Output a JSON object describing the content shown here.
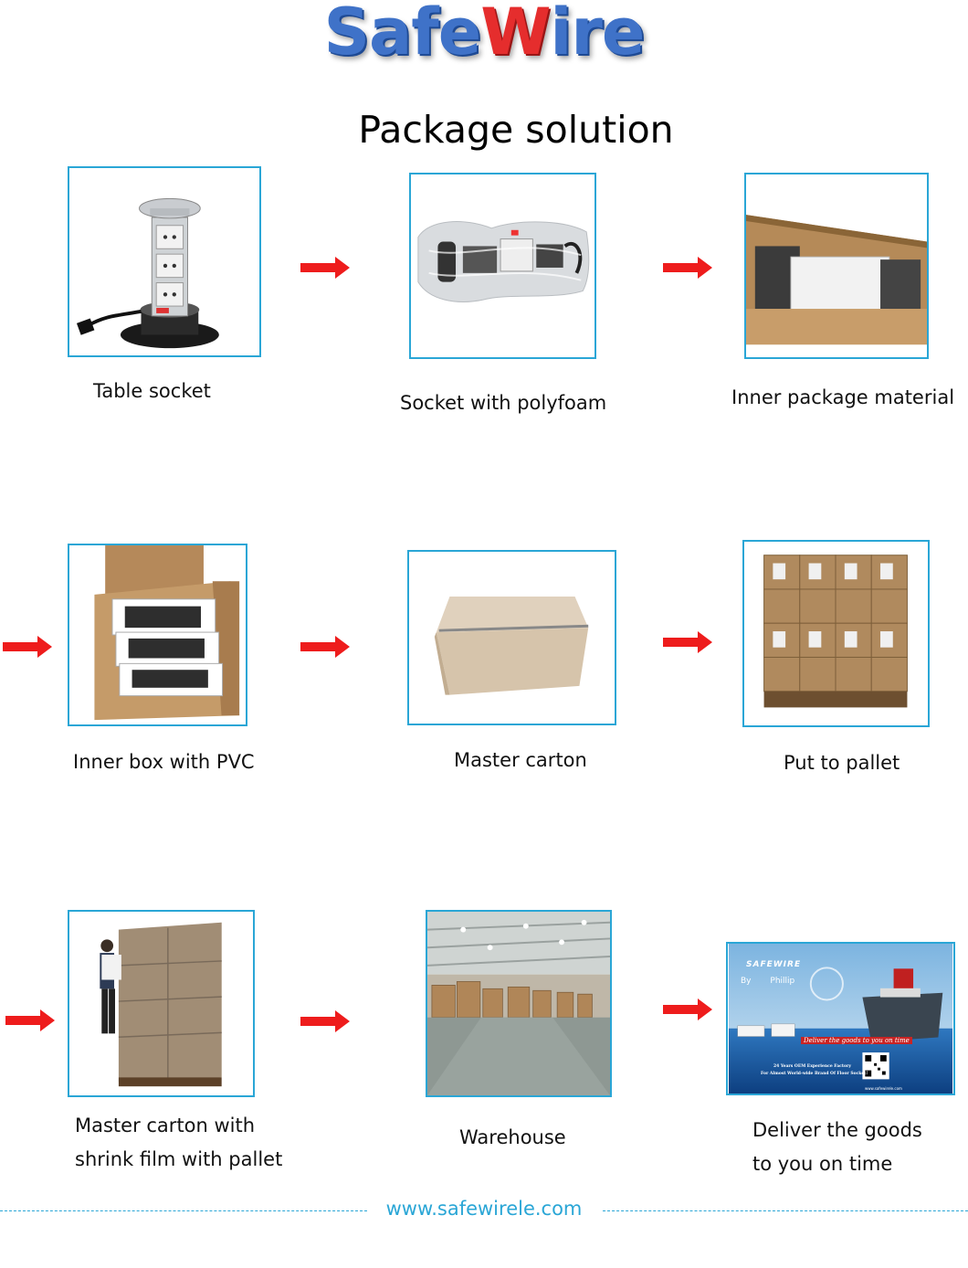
{
  "brand": {
    "part1": "Safe",
    "part2_first": "W",
    "part2_rest": "ire"
  },
  "title": "Package solution",
  "steps": [
    {
      "caption": "Table socket"
    },
    {
      "caption": "Socket with polyfoam"
    },
    {
      "caption": "Inner package material"
    },
    {
      "caption": "Inner box with PVC"
    },
    {
      "caption": "Master carton"
    },
    {
      "caption": "Put to pallet"
    },
    {
      "caption_line1": "Master carton with",
      "caption_line2": "shrink film with pallet"
    },
    {
      "caption": "Warehouse"
    },
    {
      "caption_line1": "Deliver the goods",
      "caption_line2": "to you on time"
    }
  ],
  "poster": {
    "brand": "SAFEWIRE",
    "by": "By",
    "partner": "Phillip",
    "tagline": "Deliver the goods to you on time",
    "line1": "24 Years OEM Experience Factory",
    "line2": "For Almost World-wide Brand Of Floor Socket!",
    "url": "www.safewirele.com"
  },
  "footer": {
    "url": "www.safewirele.com"
  },
  "colors": {
    "accent": "#2aa6d6",
    "arrow": "#ee1c1c",
    "brand_blue": "#3f72c8",
    "brand_red": "#e52d2d"
  }
}
